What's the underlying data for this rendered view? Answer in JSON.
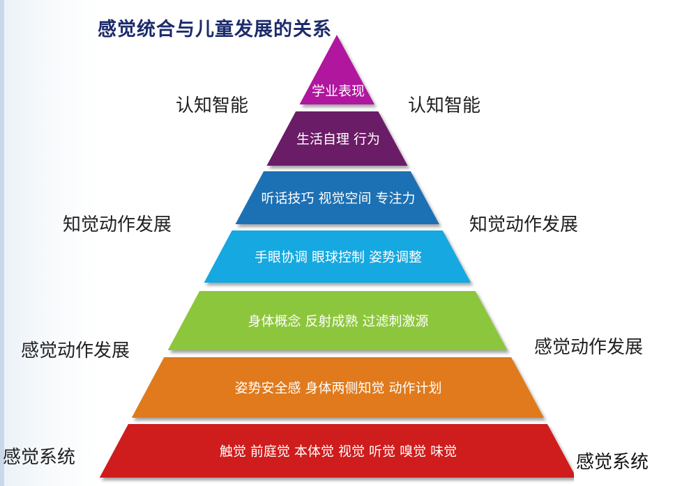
{
  "title": "感觉统合与儿童发展的关系",
  "side_labels": {
    "cognitive_left": "认知智能",
    "cognitive_right": "认知智能",
    "perceptual_left": "知觉动作发展",
    "perceptual_right": "知觉动作发展",
    "sensory_motor_left": "感觉动作发展",
    "sensory_motor_right": "感觉动作发展",
    "sensory_left": "感觉系统",
    "sensory_right": "感觉系统"
  },
  "tiers": [
    {
      "label": "学业表现",
      "color": "#b0169e"
    },
    {
      "label": "生活自理  行为",
      "color": "#6b1a66"
    },
    {
      "label": "听话技巧  视觉空间  专注力",
      "color": "#1f6fb4"
    },
    {
      "label": "手眼协调   眼球控制   姿势调整",
      "color": "#15a8e0"
    },
    {
      "label": "身体概念   反射成熟   过滤刺激源",
      "color": "#8cc63e"
    },
    {
      "label": "姿势安全感  身体两侧知觉  动作计划",
      "color": "#e07a1a"
    },
    {
      "label": "触觉  前庭觉  本体觉  视觉  听觉  嗅觉  味觉",
      "color": "#cf1f1f"
    }
  ]
}
